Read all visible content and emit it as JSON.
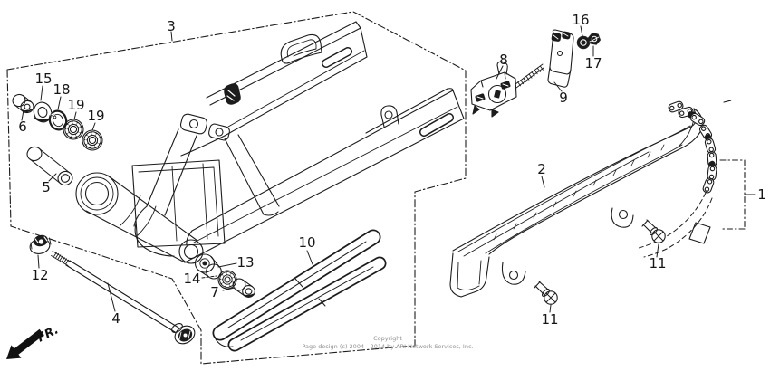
{
  "labels": [
    {
      "text": "3"
    },
    {
      "text": "15"
    },
    {
      "text": "18"
    },
    {
      "text": "19"
    },
    {
      "text": "19"
    },
    {
      "text": "6"
    },
    {
      "text": "5"
    },
    {
      "text": "12"
    },
    {
      "text": "4"
    },
    {
      "text": "13"
    },
    {
      "text": "14"
    },
    {
      "text": "7"
    },
    {
      "text": "10"
    },
    {
      "text": "8"
    },
    {
      "text": "9"
    },
    {
      "text": "16"
    },
    {
      "text": "17"
    },
    {
      "text": "2"
    },
    {
      "text": "1"
    },
    {
      "text": "11"
    },
    {
      "text": "11"
    }
  ],
  "fr_label": "FR.",
  "copyright": {
    "line1": "Copyright",
    "line2": "Page design (c) 2004 - 2014 by ARI Network Services, Inc."
  },
  "colors": {
    "background": "#ffffff",
    "line_ink": "#1c1c1c",
    "copyright_text": "#8f8f8f"
  }
}
